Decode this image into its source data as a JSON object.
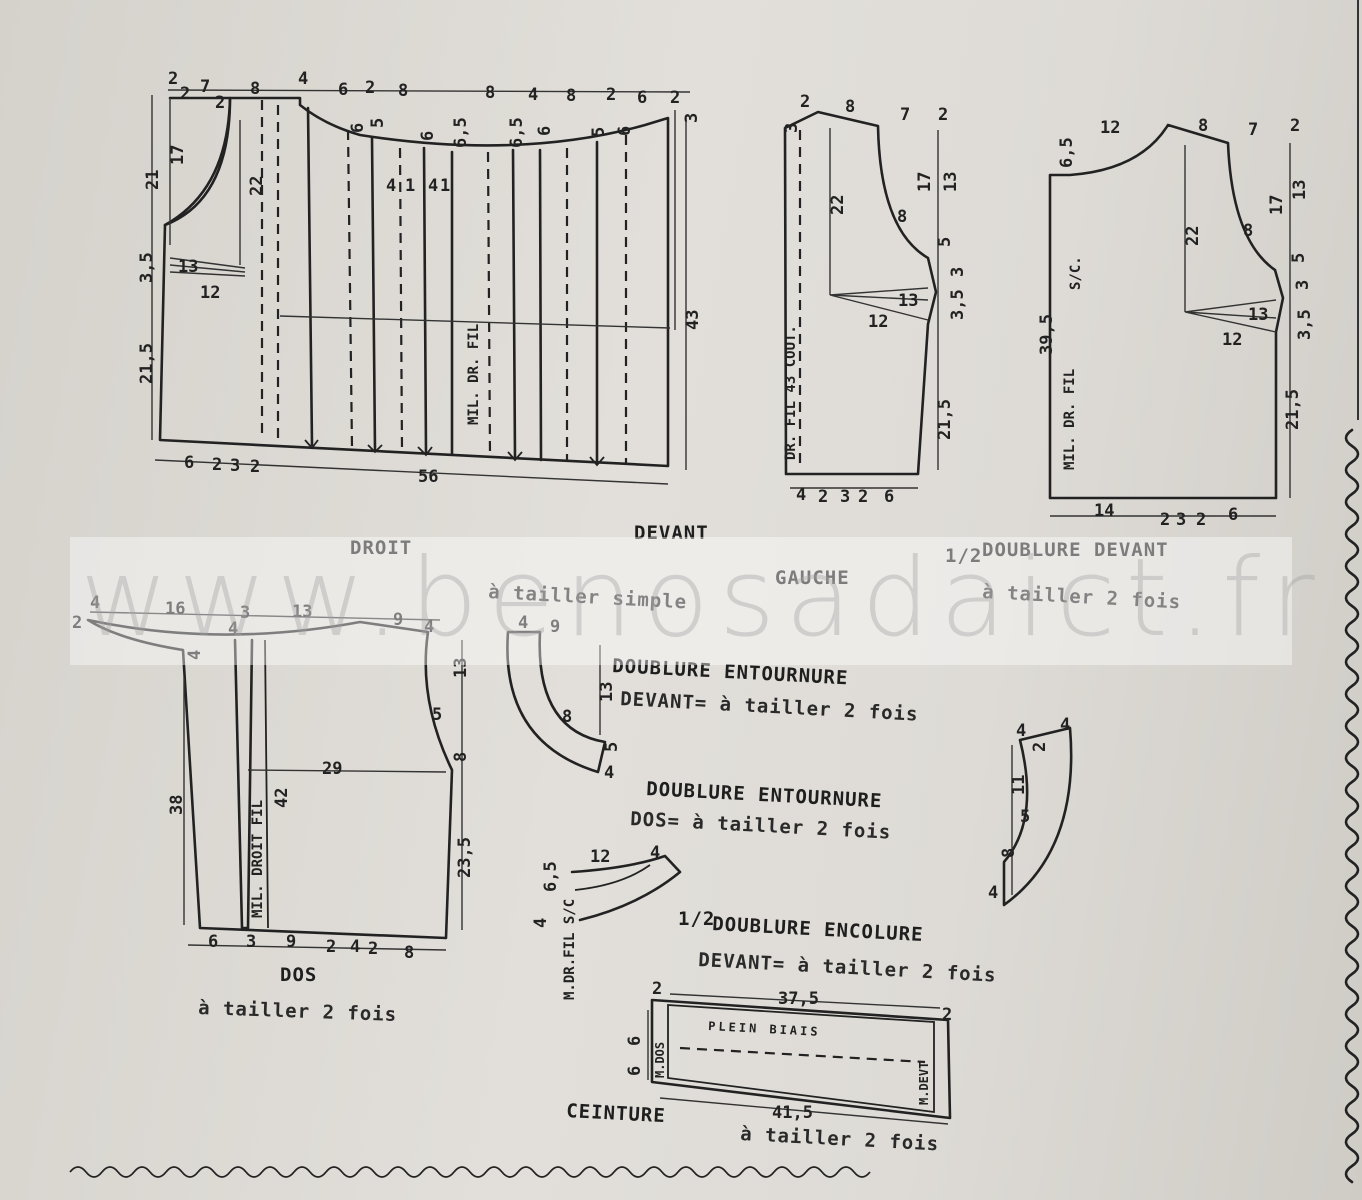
{
  "watermark": "www.benosadaict.fr",
  "pieces": {
    "devant_droit": {
      "title_1": "DROIT",
      "title_2": "DEVANT",
      "cut_note": "à tailler simple"
    },
    "devant_gauche": {
      "title": "GAUCHE"
    },
    "doublure_devant": {
      "fraction": "1/2",
      "title": "DOUBLURE DEVANT",
      "cut_note": "à tailler 2 fois"
    },
    "dos": {
      "title": "DOS",
      "cut_note": "à tailler 2 fois"
    },
    "doublure_entournure_devant": {
      "line1": "DOUBLURE ENTOURNURE",
      "line2": "DEVANT= à tailler 2 fois"
    },
    "doublure_entournure_dos": {
      "line1": "DOUBLURE ENTOURNURE",
      "line2": "DOS= à tailler 2 fois"
    },
    "doublure_encolure": {
      "fraction": "1/2",
      "line1": "DOUBLURE ENCOLURE",
      "line2": "DEVANT= à tailler 2 fois"
    },
    "ceinture": {
      "title": "CEINTURE",
      "cut_note": "à tailler 2 fois",
      "inner": "PLEIN BIAIS"
    }
  },
  "vertical_labels": {
    "mil_dr_fil": "MIL. DR. FIL",
    "dr_fil_43_cout": "DR. FIL 43 COUT.",
    "mil_dr_fil_2": "MIL. DR. FIL",
    "s_c": "S/C.",
    "mil_droit_fil": "MIL. DROIT FIL",
    "m_dr_fil_s_c": "M.DR.FIL S/C",
    "m_dos": "M.DOS",
    "m_devt": "M.DEVT"
  },
  "dims": {
    "dd_top": [
      "2",
      "7",
      "8",
      "4",
      "6",
      "2",
      "8",
      "8",
      "4",
      "8",
      "2",
      "6",
      "2"
    ],
    "dd_left": [
      "2",
      "21",
      "17",
      "22",
      "3,5",
      "13",
      "12",
      "21,5"
    ],
    "dd_mid": [
      "2",
      "6",
      "5",
      "6",
      "6,5",
      "6,5",
      "6",
      "5",
      "6",
      "4",
      "4",
      "1",
      "1"
    ],
    "dd_bottom": [
      "6",
      "2",
      "3",
      "2",
      "56"
    ],
    "dd_right": [
      "3",
      "43"
    ],
    "dg_top": [
      "2",
      "8",
      "7",
      "2",
      "3"
    ],
    "dg_side": [
      "22",
      "8",
      "17",
      "13",
      "5",
      "3",
      "13",
      "12",
      "3,5",
      "21,5"
    ],
    "dg_bottom": [
      "4",
      "2",
      "3",
      "2",
      "6"
    ],
    "db_top": [
      "12",
      "8",
      "7",
      "2",
      "6,5"
    ],
    "db_side": [
      "22",
      "8",
      "17",
      "13",
      "5",
      "3",
      "12",
      "13",
      "3,5",
      "39,5",
      "21,5"
    ],
    "db_bottom": [
      "14",
      "2",
      "3",
      "2",
      "6"
    ],
    "dos_top": [
      "2",
      "4",
      "16",
      "4",
      "3",
      "13",
      "9",
      "4"
    ],
    "dos_side": [
      "4",
      "13",
      "5",
      "8",
      "29",
      "38",
      "42",
      "23,5"
    ],
    "dos_bottom": [
      "6",
      "3",
      "9",
      "2",
      "4",
      "2",
      "8"
    ],
    "ent_dev": [
      "4",
      "9",
      "13",
      "8",
      "5",
      "4"
    ],
    "ent_dos": [
      "4",
      "4",
      "2",
      "11",
      "5",
      "8",
      "4"
    ],
    "enc": [
      "12",
      "4",
      "6,5",
      "4"
    ],
    "cein": [
      "2",
      "37,5",
      "2",
      "6",
      "6",
      "41,5"
    ]
  }
}
